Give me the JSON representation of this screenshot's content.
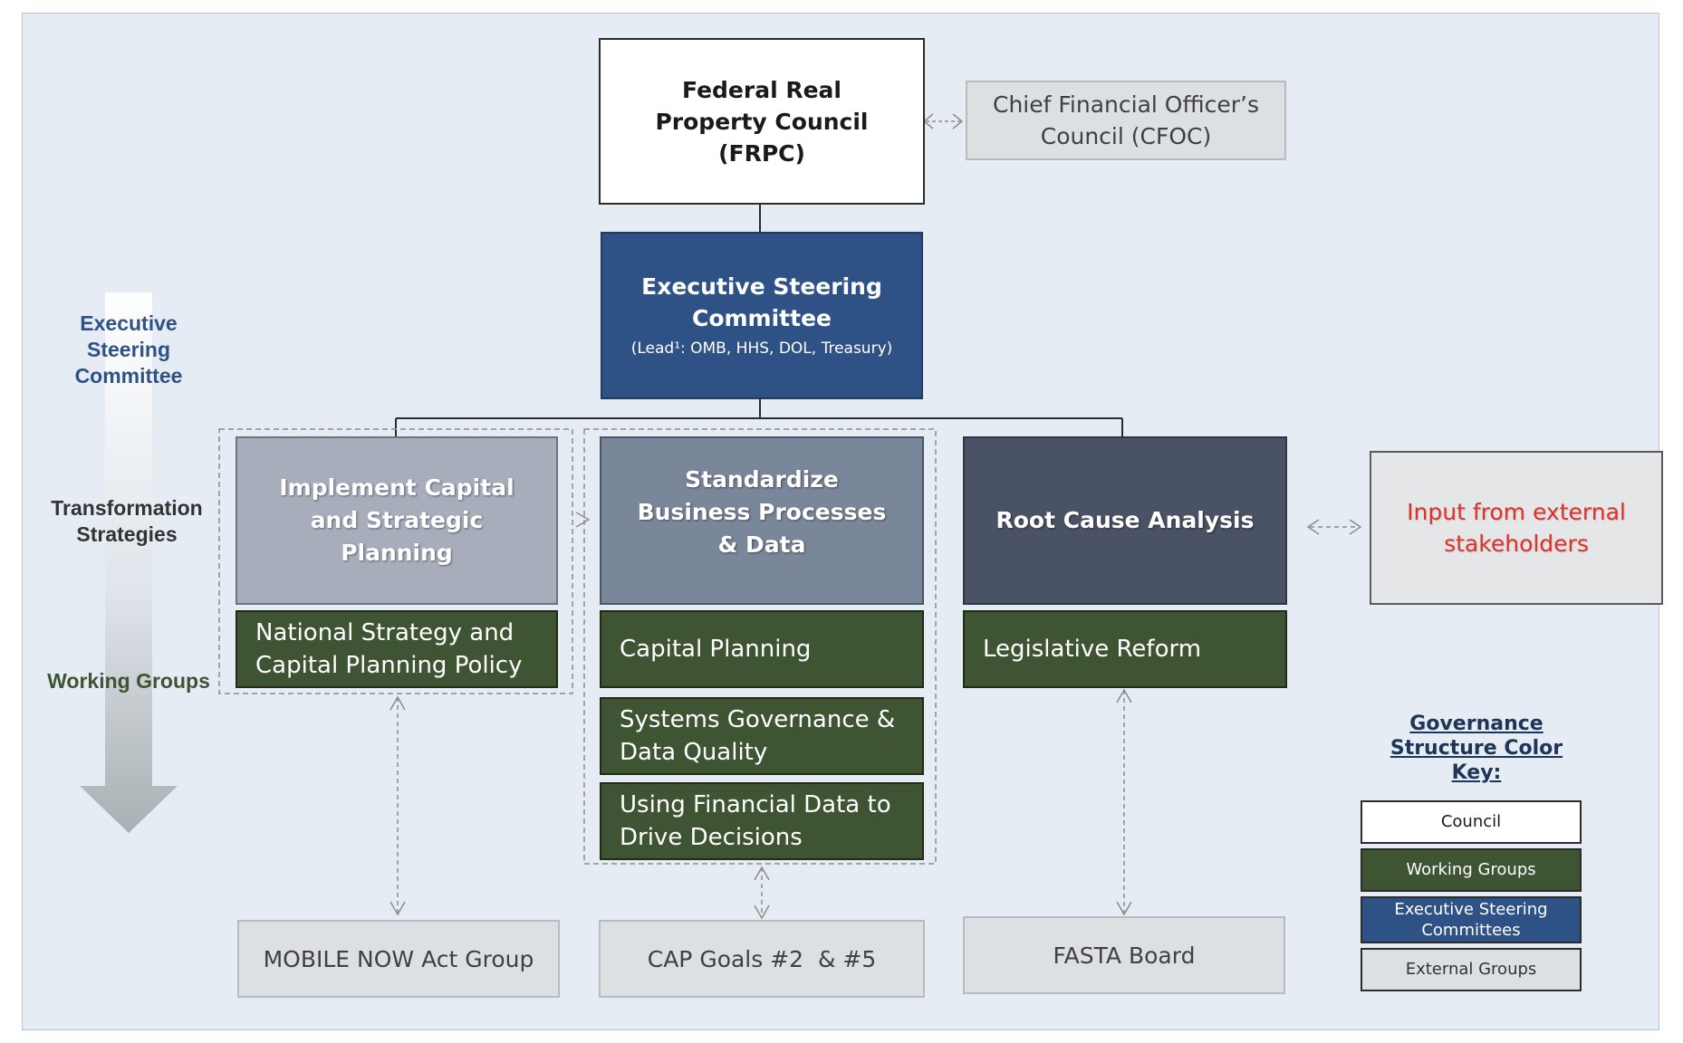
{
  "council": {
    "frpc": "Federal Real Property Council (FRPC)",
    "cfoc": "Chief Financial Officer’s Council (CFOC)"
  },
  "executive_steering_committee": {
    "title": "Executive Steering Committee",
    "lead": "(Lead¹: OMB, HHS, DOL, Treasury)"
  },
  "levels": {
    "executive": "Executive Steering Committee",
    "transformation": "Transformation Strategies",
    "working": "Working Groups"
  },
  "strategies": [
    {
      "label": "Implement Capital and Strategic Planning",
      "color": "#a7adbb"
    },
    {
      "label": "Standardize Business Processes & Data",
      "color": "#7a8699"
    },
    {
      "label": "Root Cause Analysis",
      "color": "#4a5266"
    }
  ],
  "working_groups": {
    "national_strategy": "National Strategy and Capital Planning Policy",
    "capital_planning": "Capital Planning",
    "systems_governance": "Systems Governance & Data Quality",
    "financial_data": "Using Financial Data to Drive Decisions",
    "legislative_reform": "Legislative Reform"
  },
  "external_groups": {
    "mobile_now": "MOBILE NOW Act Group",
    "cap_goals": "CAP Goals #2  & #5",
    "fasta": "FASTA Board",
    "stakeholders": "Input from external stakeholders"
  },
  "color_key": {
    "title": "Governance Structure Color Key:",
    "items": [
      {
        "label": "Council",
        "color": "#ffffff",
        "text_color": "#1a1a1a"
      },
      {
        "label": "Working Groups",
        "color": "#3f5432",
        "text_color": "#ffffff"
      },
      {
        "label": "Executive Steering Committees",
        "color": "#2e5285",
        "text_color": "#ffffff"
      },
      {
        "label": "External Groups",
        "color": "#dde0e2",
        "text_color": "#333333"
      }
    ]
  }
}
